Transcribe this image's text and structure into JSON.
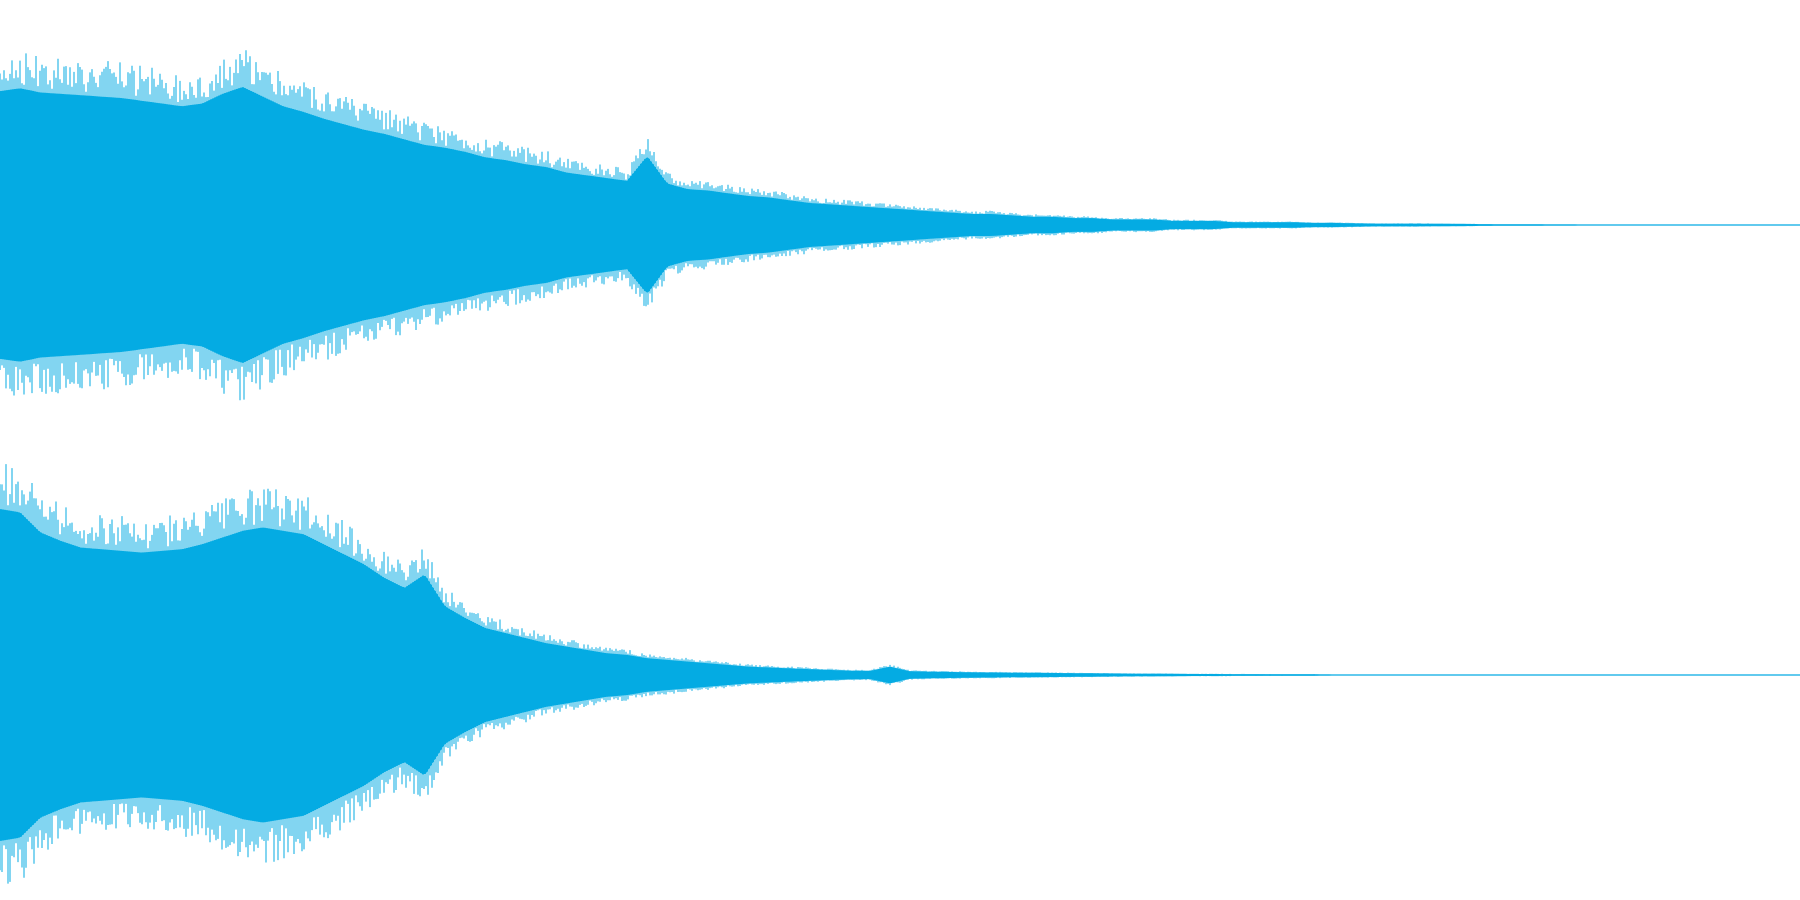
{
  "chart_data": {
    "type": "area",
    "color": "#04abe3",
    "xlim": [
      0,
      1
    ],
    "ylim": [
      -1,
      1
    ],
    "grid": false,
    "legend": "none",
    "series": [
      {
        "values": [
          0.97,
          0.99,
          0.96,
          0.95,
          0.94,
          0.93,
          0.92,
          0.9,
          0.88,
          0.86,
          0.88,
          0.95,
          1.0,
          0.93,
          0.86,
          0.82,
          0.77,
          0.73,
          0.69,
          0.66,
          0.62,
          0.58,
          0.56,
          0.53,
          0.49,
          0.47,
          0.44,
          0.42,
          0.38,
          0.36,
          0.34,
          0.32,
          0.5,
          0.3,
          0.26,
          0.25,
          0.23,
          0.21,
          0.2,
          0.18,
          0.16,
          0.15,
          0.14,
          0.13,
          0.12,
          0.11,
          0.1,
          0.09,
          0.08,
          0.08,
          0.07,
          0.06,
          0.06,
          0.05,
          0.05,
          0.04,
          0.04,
          0.04,
          0.03,
          0.03,
          0.03,
          0.02,
          0.02,
          0.02,
          0.02,
          0.015,
          0.015,
          0.012,
          0.01,
          0.01,
          0.01,
          0.009,
          0.008,
          0.007,
          0.006,
          0.005,
          0.005,
          0.004,
          0.004,
          0.003,
          0.003,
          0.003,
          0.002,
          0.002,
          0.002,
          0.002,
          0.002,
          0.002,
          0.002,
          0.002
        ]
      },
      {
        "values": [
          0.99,
          0.97,
          0.85,
          0.8,
          0.76,
          0.75,
          0.74,
          0.73,
          0.74,
          0.75,
          0.78,
          0.82,
          0.86,
          0.88,
          0.86,
          0.84,
          0.78,
          0.72,
          0.66,
          0.58,
          0.52,
          0.6,
          0.41,
          0.34,
          0.28,
          0.25,
          0.22,
          0.19,
          0.17,
          0.15,
          0.13,
          0.12,
          0.1,
          0.09,
          0.08,
          0.07,
          0.06,
          0.05,
          0.045,
          0.04,
          0.035,
          0.03,
          0.026,
          0.024,
          0.05,
          0.022,
          0.02,
          0.018,
          0.016,
          0.015,
          0.014,
          0.013,
          0.012,
          0.011,
          0.01,
          0.009,
          0.008,
          0.008,
          0.007,
          0.006,
          0.006,
          0.005,
          0.005,
          0.004,
          0.004,
          0.004,
          0.003,
          0.003,
          0.003,
          0.003,
          0.002,
          0.002,
          0.002,
          0.002,
          0.002,
          0.002,
          0.002,
          0.002,
          0.002,
          0.002,
          0.002,
          0.002,
          0.002,
          0.002,
          0.002,
          0.002,
          0.002,
          0.002,
          0.002,
          0.002
        ]
      }
    ]
  }
}
